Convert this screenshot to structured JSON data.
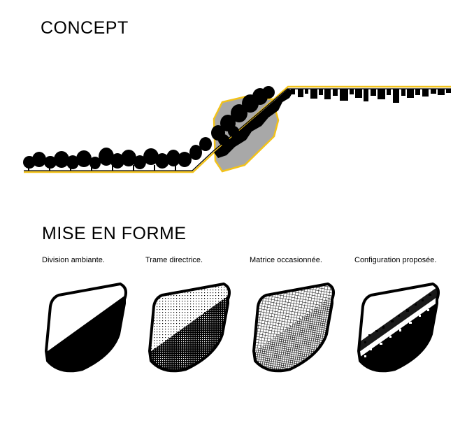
{
  "concept": {
    "title": "CONCEPT"
  },
  "mise_en_forme": {
    "title": "MISE EN FORME",
    "panels": [
      {
        "caption": "Division ambiante."
      },
      {
        "caption": "Trame directrice."
      },
      {
        "caption": "Matrice occasionnée."
      },
      {
        "caption": "Configuration proposée."
      }
    ]
  },
  "colors": {
    "accent_yellow": "#f2c21a",
    "highlight_gray": "#a8a8a8",
    "silhouette": "#000000"
  }
}
